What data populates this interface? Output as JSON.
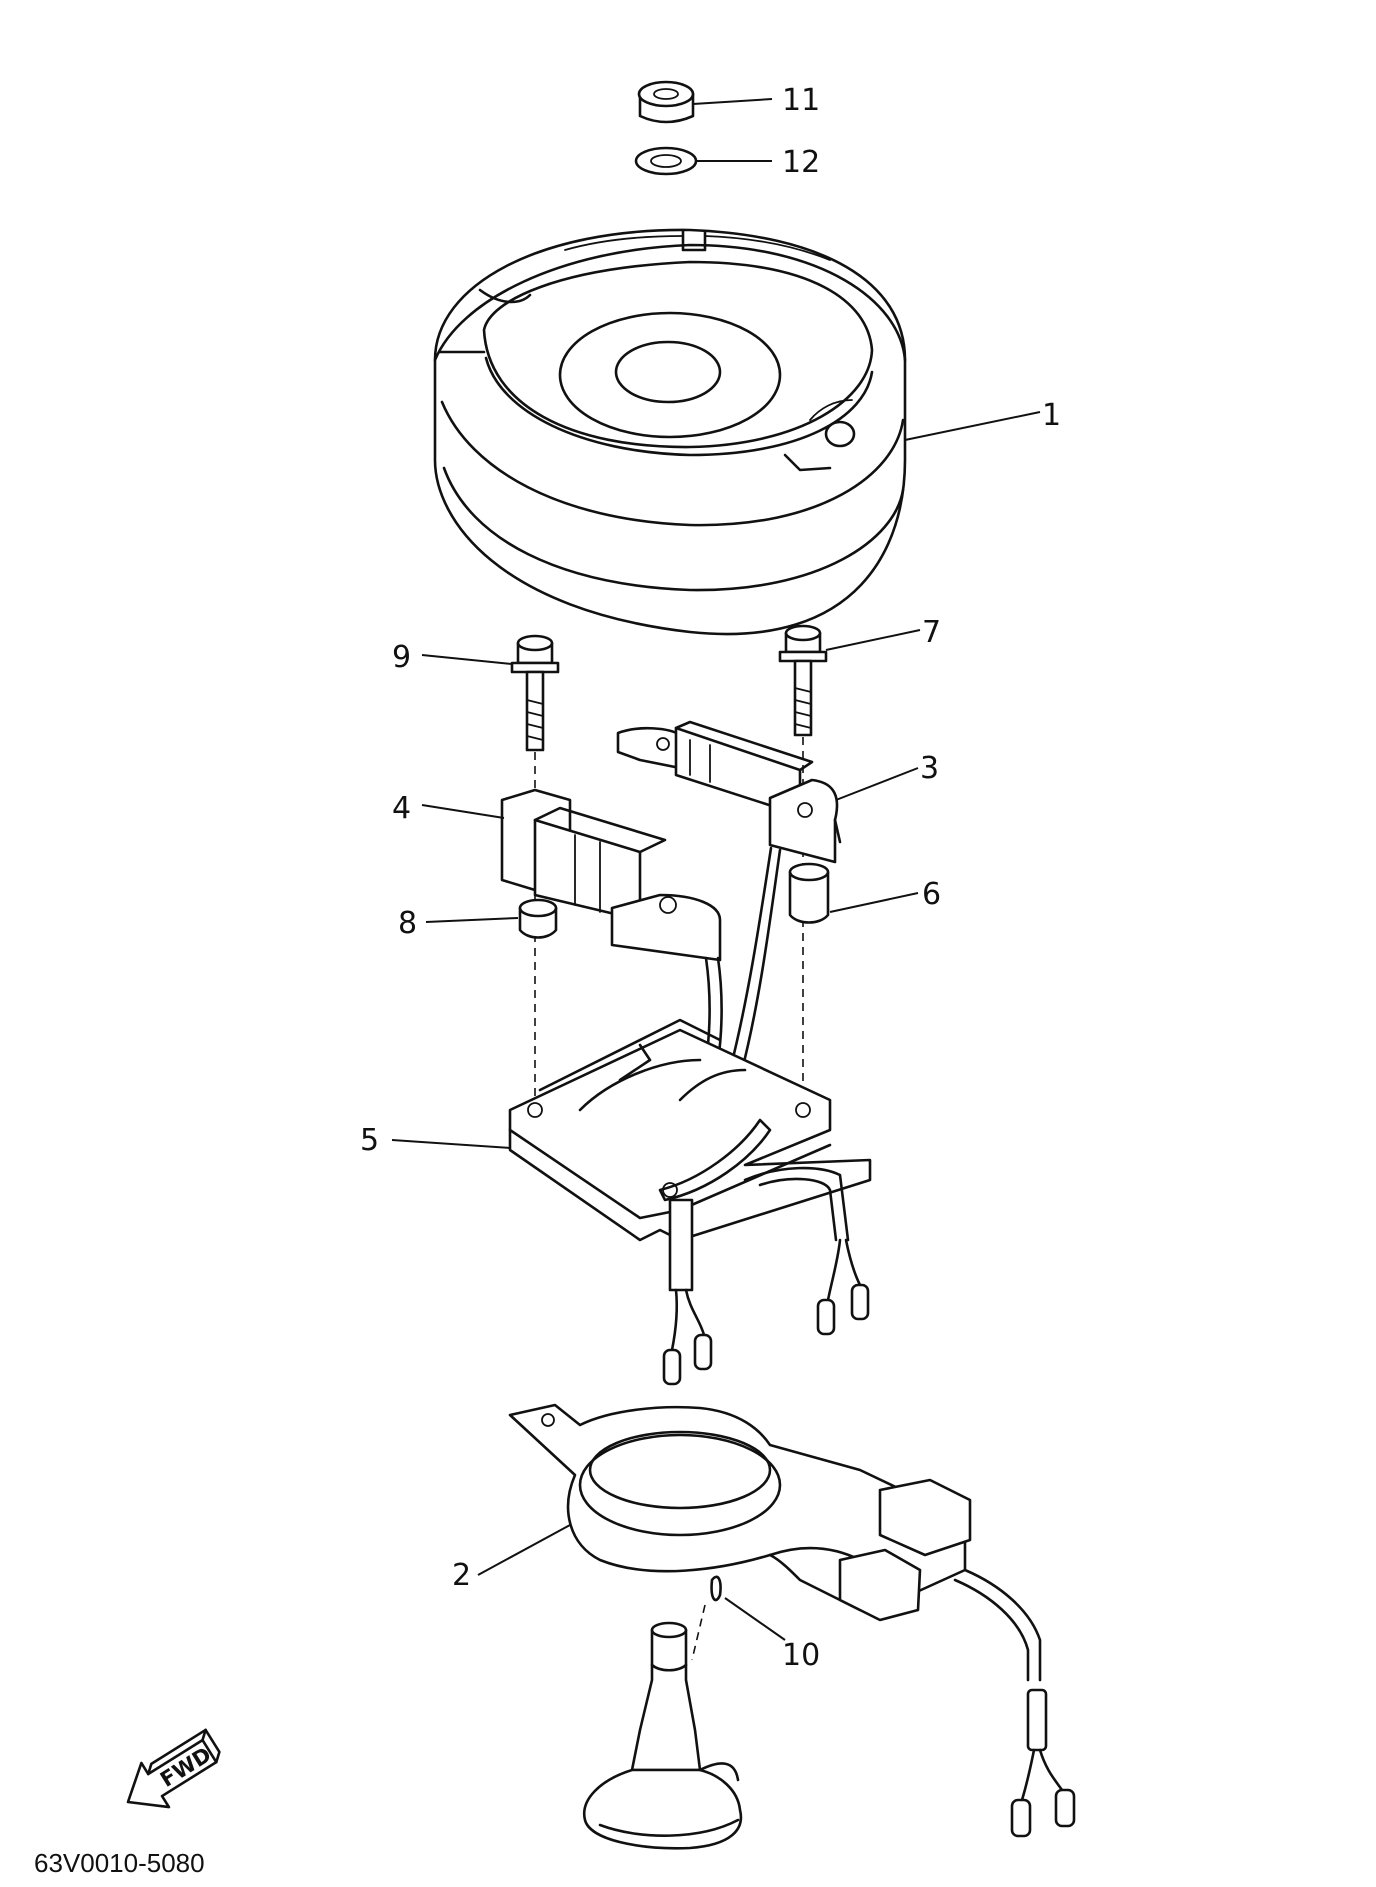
{
  "callouts": {
    "c1": "1",
    "c2": "2",
    "c3": "3",
    "c4": "4",
    "c5": "5",
    "c6": "6",
    "c7": "7",
    "c8": "8",
    "c9": "9",
    "c10": "10",
    "c11": "11",
    "c12": "12"
  },
  "direction_label": "FWD",
  "drawing_number": "63V0010-5080",
  "icons": {
    "flywheel": "flywheel-rotor-icon",
    "base": "stator-base-plate-icon",
    "fwd": "fwd-arrow-icon"
  }
}
